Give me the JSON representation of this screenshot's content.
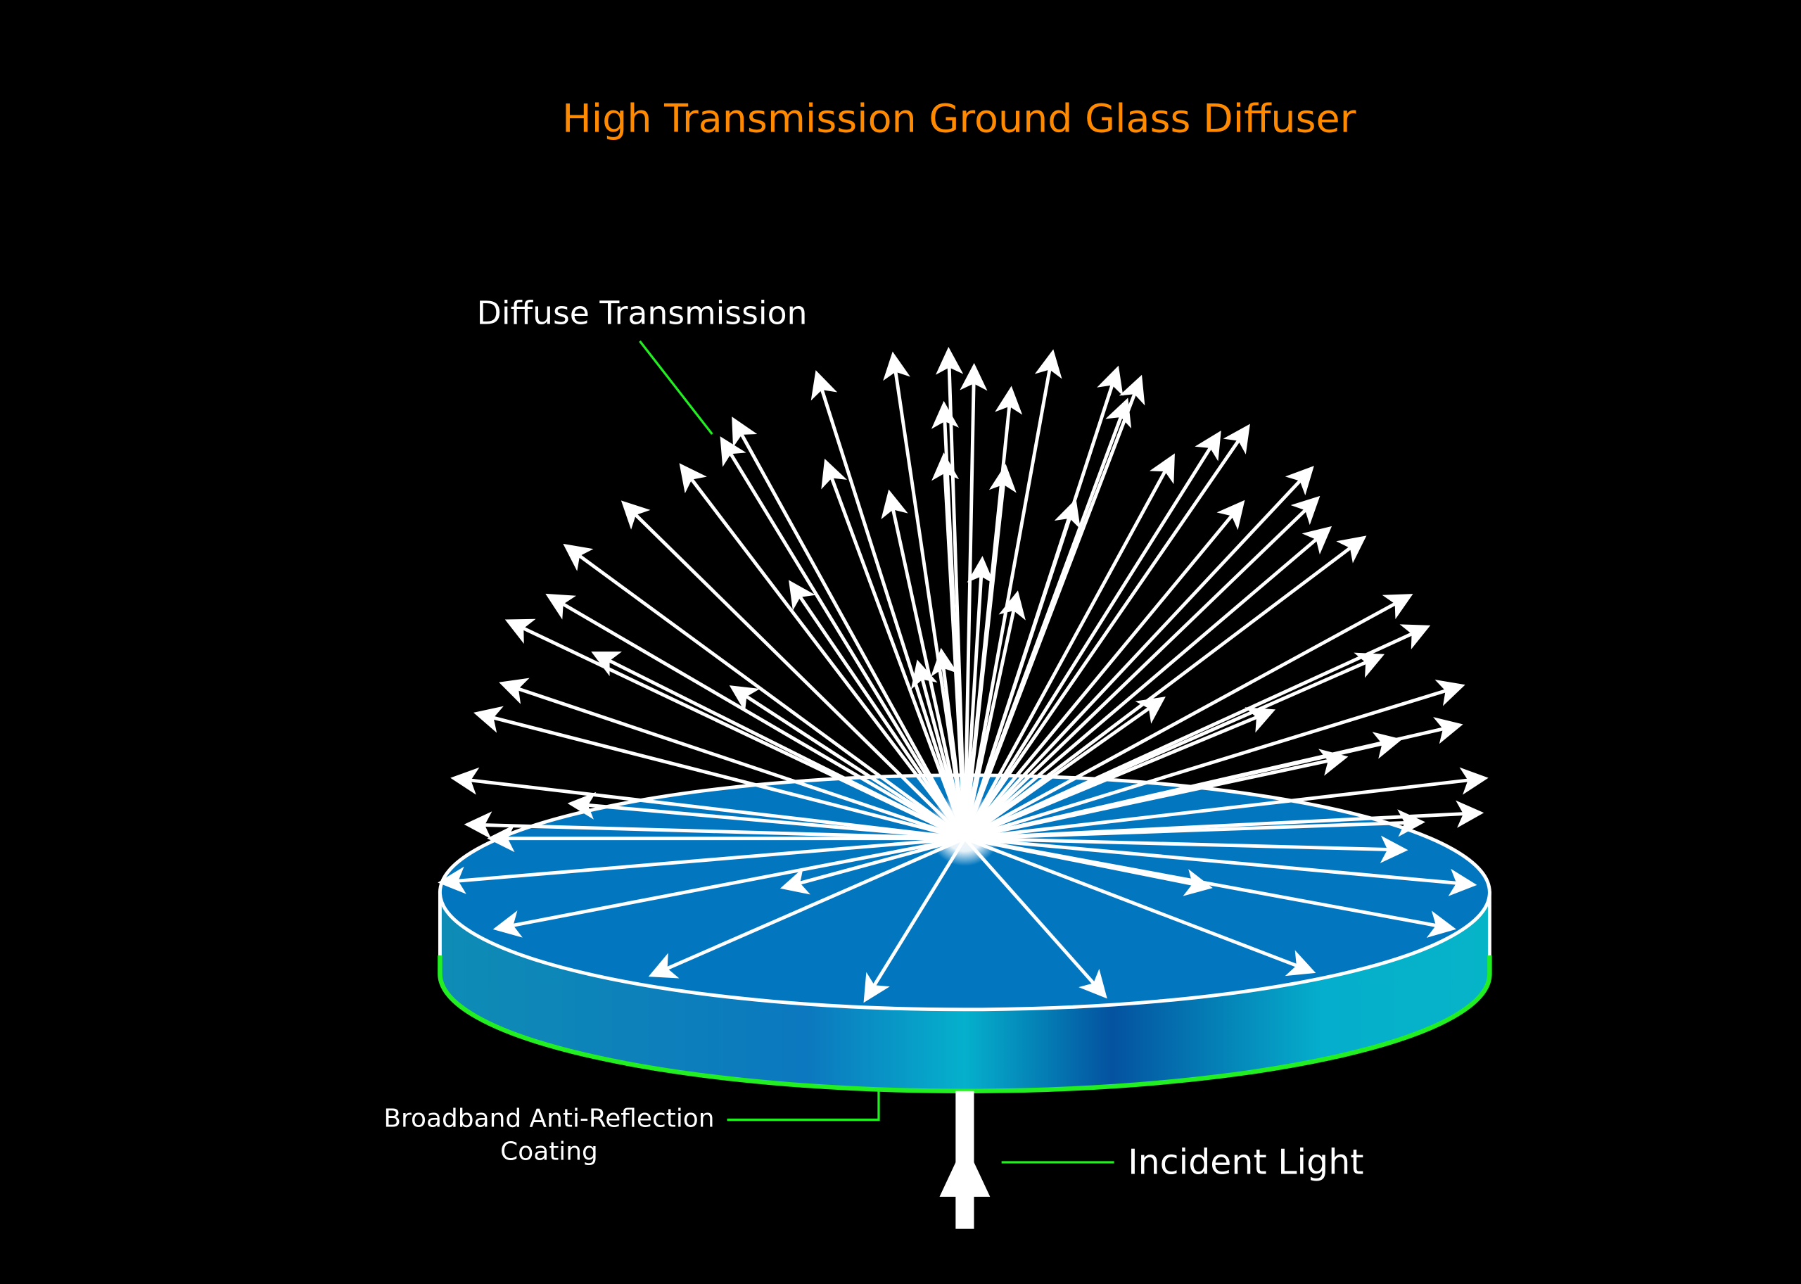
{
  "title": "High Transmission Ground Glass Diffuser",
  "labels": {
    "diffuse": "Diffuse Transmission",
    "coating_line1": "Broadband Anti-Reflection",
    "coating_line2": "Coating",
    "incident": "Incident Light"
  },
  "colors": {
    "title": "#ff8a00",
    "leader": "#22ee22",
    "disk_top": "#0277c0",
    "background": "#000000"
  }
}
